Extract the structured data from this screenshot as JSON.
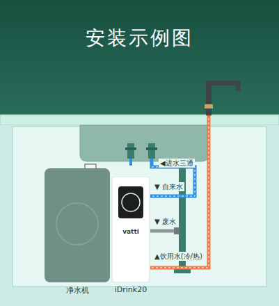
{
  "diagram": {
    "title": "安装示例图",
    "nodes": [
      {
        "text": [
          "净水机"
        ]
      },
      {
        "text": [
          "vatti",
          "iDrink20"
        ]
      }
    ],
    "labels": [
      "◀进水三通",
      "▼ 自来水",
      "▼ 废水",
      "▲饮用水(冷/热)"
    ]
  }
}
